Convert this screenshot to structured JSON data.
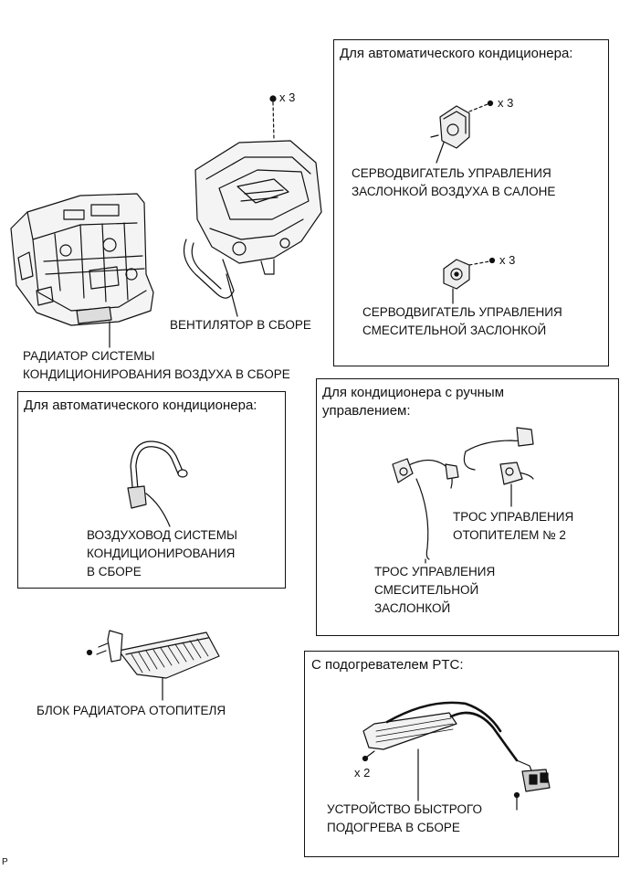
{
  "frames": {
    "auto_top": {
      "title": "Для автоматического кондиционера:"
    },
    "auto_left": {
      "title": "Для автоматического кондиционера:"
    },
    "manual": {
      "title_lines": [
        "Для кондиционера с ручным",
        "управлением:"
      ]
    },
    "ptc": {
      "title": "С подогревателем PTC:"
    }
  },
  "labels": {
    "evaporator": [
      "РАДИАТОР СИСТЕМЫ",
      "КОНДИЦИОНИРОВАНИЯ ВОЗДУХА В СБОРЕ"
    ],
    "blower": [
      "ВЕНТИЛЯТОР В СБОРЕ"
    ],
    "air_inlet_servo": [
      "СЕРВОДВИГАТЕЛЬ УПРАВЛЕНИЯ",
      "ЗАСЛОНКОЙ ВОЗДУХА В САЛОНЕ"
    ],
    "mixing_servo": [
      "СЕРВОДВИГАТЕЛЬ УПРАВЛЕНИЯ",
      "СМЕСИТЕЛЬНОЙ ЗАСЛОНКОЙ"
    ],
    "air_duct": [
      "ВОЗДУХОВОД СИСТЕМЫ",
      "КОНДИЦИОНИРОВАНИЯ",
      "В СБОРЕ"
    ],
    "heater_cable_2": [
      "ТРОС УПРАВЛЕНИЯ",
      "ОТОПИТЕЛЕМ № 2"
    ],
    "mixing_cable": [
      "ТРОС УПРАВЛЕНИЯ",
      "СМЕСИТЕЛЬНОЙ",
      "ЗАСЛОНКОЙ"
    ],
    "heater_core": [
      "БЛОК РАДИАТОРА ОТОПИТЕЛЯ"
    ],
    "quick_heater": [
      "УСТРОЙСТВО БЫСТРОГО",
      "ПОДОГРЕВА В СБОРЕ"
    ]
  },
  "quantities": {
    "blower_screws": "x 3",
    "air_inlet_servo_screws": "x 3",
    "mixing_servo_screws": "x 3",
    "ptc_screws": "x 2"
  },
  "figure_code": "P"
}
